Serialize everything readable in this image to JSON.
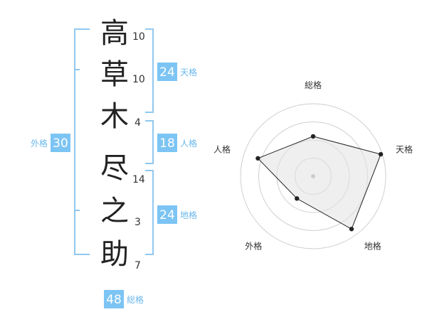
{
  "name": {
    "chars": [
      {
        "char": "高",
        "strokes": "10"
      },
      {
        "char": "草",
        "strokes": "10"
      },
      {
        "char": "木",
        "strokes": "4"
      },
      {
        "char": "尽",
        "strokes": "14"
      },
      {
        "char": "之",
        "strokes": "3"
      },
      {
        "char": "助",
        "strokes": "7"
      }
    ]
  },
  "kaku": {
    "tenkaku": {
      "value": "24",
      "label": "天格"
    },
    "jinkaku": {
      "value": "18",
      "label": "人格"
    },
    "chikaku": {
      "value": "24",
      "label": "地格"
    },
    "gaikaku": {
      "value": "30",
      "label": "外格"
    },
    "soukaku": {
      "value": "48",
      "label": "総格"
    }
  },
  "colors": {
    "bracket": "#90c8f0",
    "badge": "#7cc4f4",
    "label_text": "#6bb8ec",
    "radar_fill": "#efefef",
    "ring": "#d0d0d0",
    "polygon_stroke": "#222222"
  },
  "chart_data": {
    "type": "radar",
    "axes": [
      "総格",
      "天格",
      "地格",
      "外格",
      "人格"
    ],
    "values": [
      0.55,
      0.98,
      0.9,
      0.38,
      0.8
    ],
    "rings": 4
  }
}
